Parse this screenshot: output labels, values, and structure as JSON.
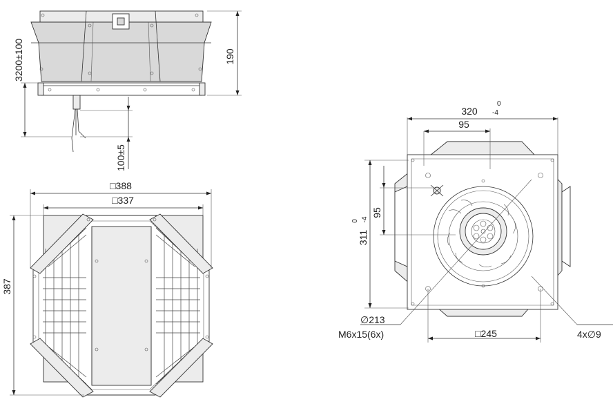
{
  "side_view": {
    "dim_height": "190",
    "dim_cable_length": "3200",
    "dim_cable_tol": "±100",
    "dim_cable_end": "100",
    "dim_cable_end_tol": "±5"
  },
  "top_view": {
    "dim_outer_square": "388",
    "dim_inner_square": "337",
    "dim_depth": "387"
  },
  "bottom_view": {
    "dim_width": "320",
    "dim_width_tol_upper": "0",
    "dim_width_tol_lower": "-4",
    "dim_height": "311",
    "dim_height_tol_upper": "0",
    "dim_height_tol_lower": "-4",
    "dim_offset_top": "95",
    "dim_offset_side": "95",
    "dim_hole_circle": "213",
    "dim_thread": "M6x15(6x)",
    "dim_bolt_square": "245",
    "dim_holes": "4x",
    "dim_hole_dia": "9"
  },
  "symbols": {
    "square": "□",
    "diameter": "∅"
  }
}
